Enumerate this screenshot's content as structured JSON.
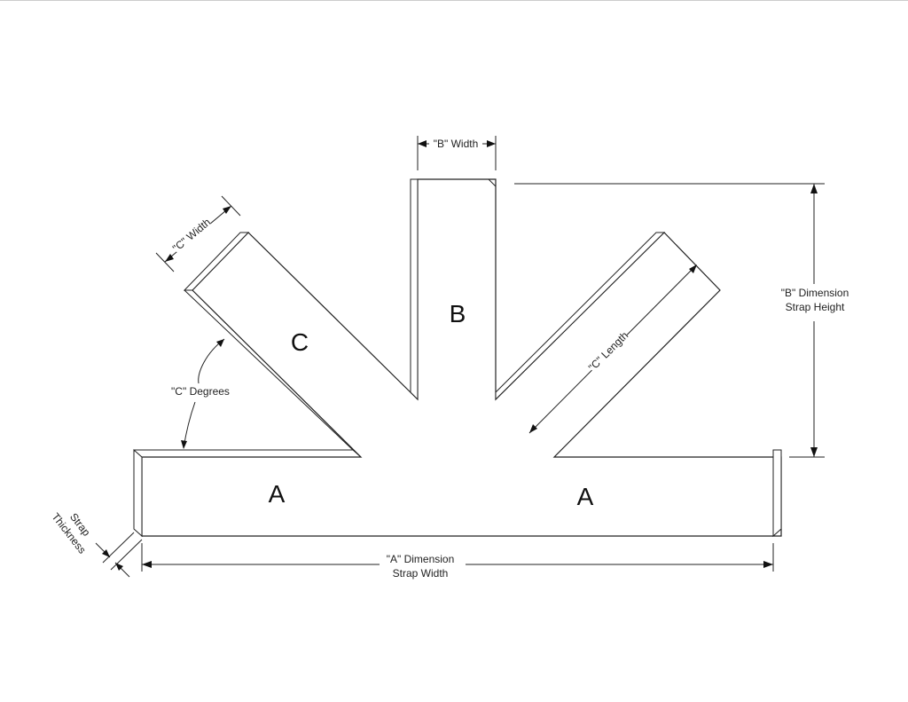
{
  "parts": {
    "a_left": "A",
    "a_right": "A",
    "b": "B",
    "c": "C"
  },
  "dimensions": {
    "b_width": "\"B\" Width",
    "c_width": "\"C\" Width",
    "c_degrees": "\"C\" Degrees",
    "c_length": "\"C\" Length",
    "b_dimension_line1": "\"B\" Dimension",
    "b_dimension_line2": "Strap Height",
    "a_dimension_line1": "\"A\" Dimension",
    "a_dimension_line2": "Strap Width",
    "strap_thickness_line1": "Strap",
    "strap_thickness_line2": "Thickness"
  }
}
